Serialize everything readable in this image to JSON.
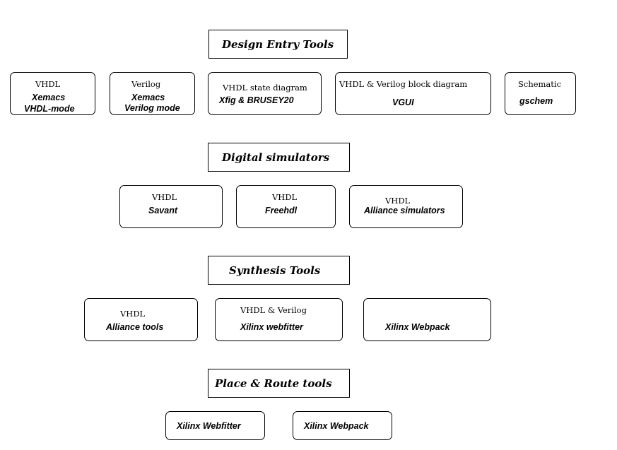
{
  "sections": {
    "design_entry": {
      "title": "Design Entry Tools",
      "boxes": [
        {
          "lang": "VHDL",
          "tool_line1": "Xemacs",
          "tool_line2": "VHDL-mode"
        },
        {
          "lang": "Verilog",
          "tool_line1": "Xemacs",
          "tool_line2": "Verilog mode"
        },
        {
          "lang": "VHDL state diagram",
          "tool": "Xfig & BRUSEY20"
        },
        {
          "lang": "VHDL & Verilog block diagram",
          "tool": "VGUI"
        },
        {
          "lang": "Schematic",
          "tool": "gschem"
        }
      ]
    },
    "digital_simulators": {
      "title": "Digital simulators",
      "boxes": [
        {
          "lang": "VHDL",
          "tool": "Savant"
        },
        {
          "lang": "VHDL",
          "tool": "Freehdl"
        },
        {
          "lang": "VHDL",
          "tool": "Alliance simulators"
        }
      ]
    },
    "synthesis": {
      "title": "Synthesis Tools",
      "boxes": [
        {
          "lang": "VHDL",
          "tool": "Alliance tools"
        },
        {
          "lang": "VHDL & Verilog",
          "tool": "Xilinx webfitter"
        },
        {
          "tool": "Xilinx Webpack"
        }
      ]
    },
    "place_route": {
      "title": "Place & Route tools",
      "boxes": [
        {
          "tool": "Xilinx Webfitter"
        },
        {
          "tool": "Xilinx Webpack"
        }
      ]
    }
  }
}
